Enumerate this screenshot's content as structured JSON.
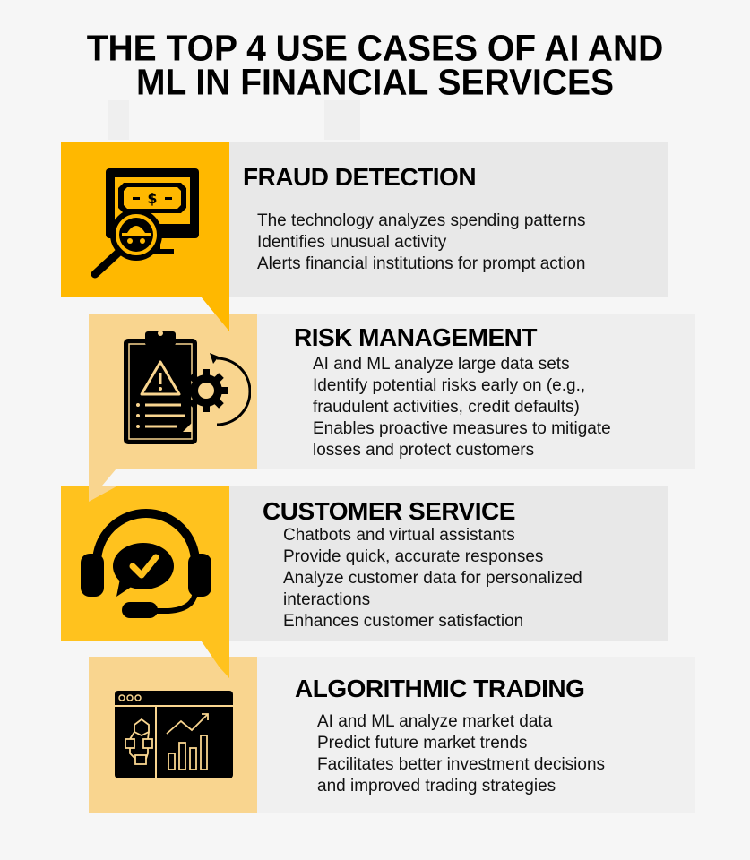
{
  "title": {
    "line1": "THE TOP 4 USE CASES OF AI AND",
    "line2": "ML IN FINANCIAL SERVICES"
  },
  "colors": {
    "background": "#f6f6f6",
    "yellow_dark": "#FFB800",
    "yellow_mid": "#FFC21E",
    "yellow_light": "#F9D58F",
    "panel_gray": "#e9e9e9",
    "panel_gray_light": "#f0f0f0",
    "text": "#000000"
  },
  "use_cases": [
    {
      "heading": "FRAUD DETECTION",
      "icon": "fraud-monitor-magnifier-icon",
      "bullets": [
        "The technology analyzes spending patterns",
        "Identifies unusual activity",
        "Alerts financial institutions for prompt action"
      ]
    },
    {
      "heading": "RISK MANAGEMENT",
      "icon": "clipboard-warning-gear-icon",
      "bullets": [
        "AI and ML analyze large data sets",
        "Identify potential risks early on (e.g.,",
        "fraudulent activities, credit defaults)",
        "Enables proactive measures to mitigate",
        "losses and protect customers"
      ]
    },
    {
      "heading": "CUSTOMER SERVICE",
      "icon": "headset-chat-check-icon",
      "bullets": [
        "Chatbots and virtual assistants",
        "Provide quick, accurate responses",
        "Analyze customer data for personalized",
        "interactions",
        "Enhances customer satisfaction"
      ]
    },
    {
      "heading": "ALGORITHMIC TRADING",
      "icon": "trading-dashboard-chart-icon",
      "bullets": [
        "AI and ML analyze market data",
        "Predict future market trends",
        "Facilitates better investment decisions",
        "and improved trading strategies"
      ]
    }
  ]
}
